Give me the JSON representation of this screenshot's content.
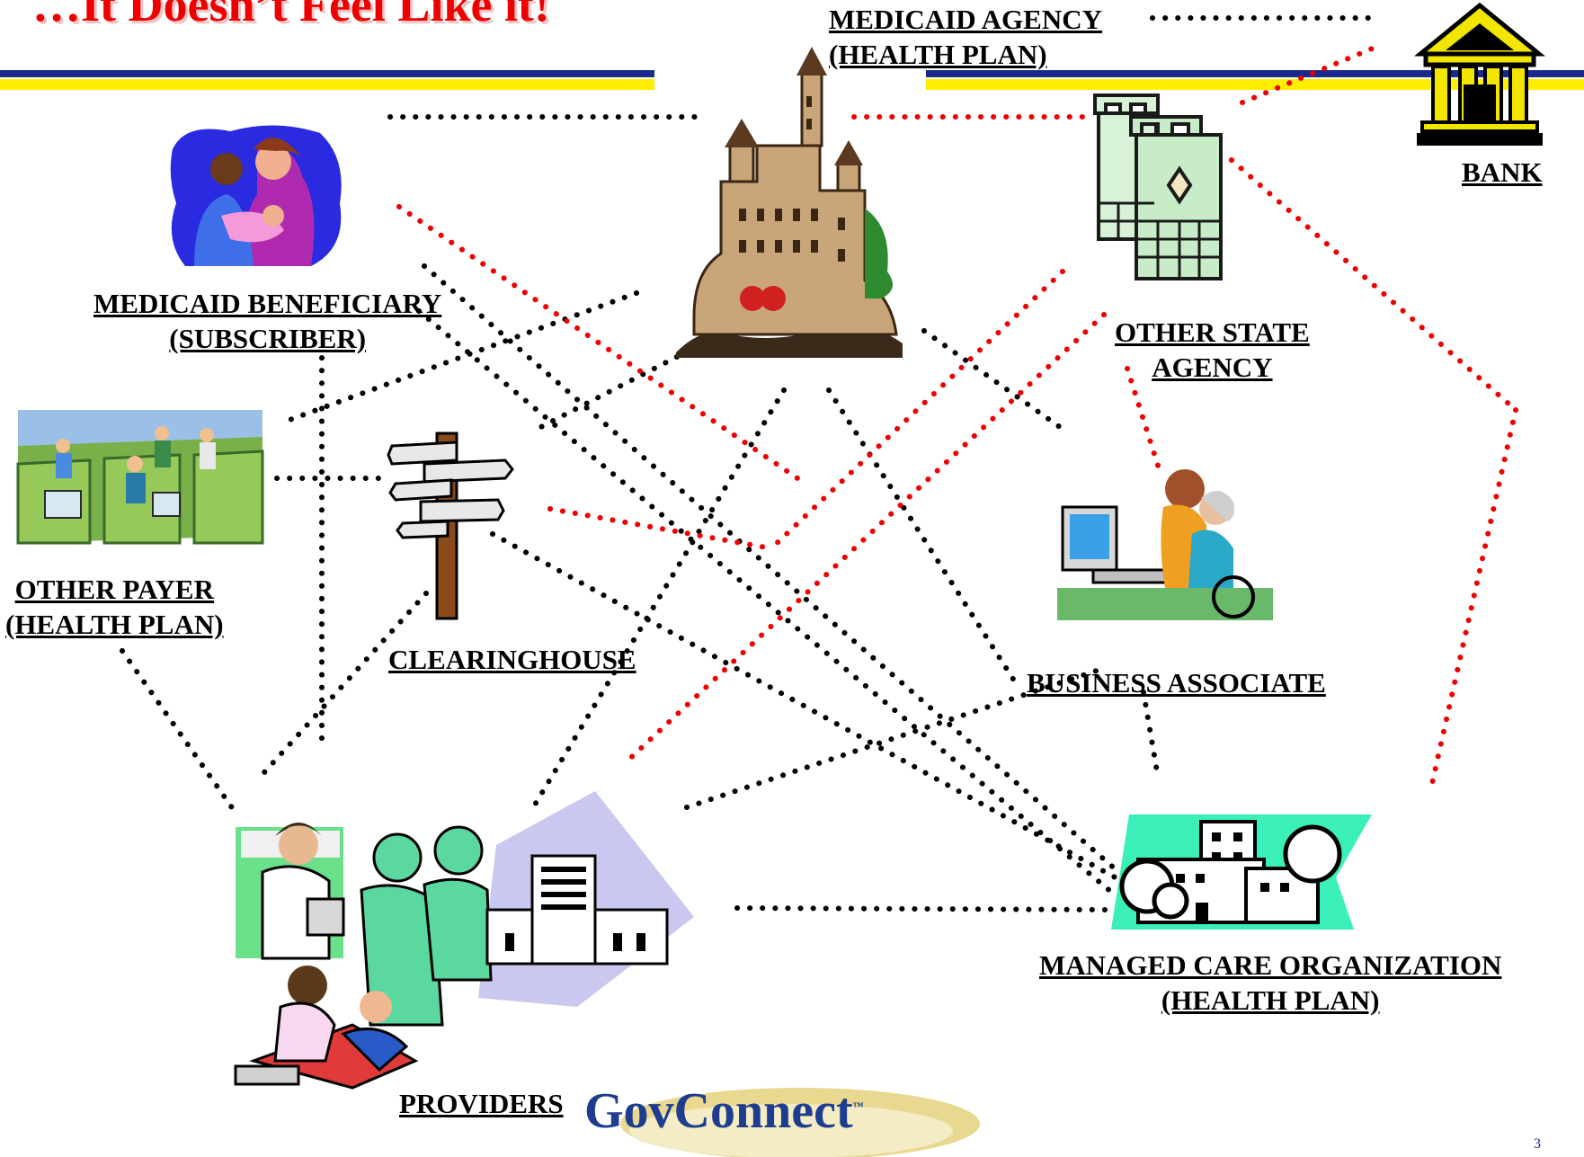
{
  "title": "…It Doesn’t Feel Like it!",
  "page_number": "3",
  "logo_text": "GovConnect",
  "logo_tm": "™",
  "nodes": {
    "medicaid_agency": {
      "line1": "MEDICAID AGENCY",
      "line2": "(HEALTH PLAN)",
      "icon": "castle-icon"
    },
    "bank": {
      "label": "BANK",
      "icon": "bank-icon"
    },
    "beneficiary": {
      "line1": "MEDICAID BENEFICIARY",
      "line2": "(SUBSCRIBER)",
      "icon": "family-icon"
    },
    "other_state_agency": {
      "line1": "OTHER STATE",
      "line2": "AGENCY",
      "icon": "tower-icon"
    },
    "other_payer": {
      "line1": "OTHER PAYER",
      "line2": "(HEALTH PLAN)",
      "icon": "office-icon"
    },
    "clearinghouse": {
      "label": "CLEARINGHOUSE",
      "icon": "signpost-icon"
    },
    "business_associate": {
      "label": "BUSINESS ASSOCIATE",
      "icon": "computer-users-icon"
    },
    "mco": {
      "line1": "MANAGED CARE ORGANIZATION",
      "line2": "(HEALTH PLAN)",
      "icon": "mco-building-icon"
    },
    "providers": {
      "label": "PROVIDERS",
      "icon": "providers-icon"
    }
  },
  "colors": {
    "title": "#ee0000",
    "rule_blue": "#1a2a8c",
    "rule_yellow": "#ffee00",
    "red_link": "#ee0000",
    "black_link": "#000000"
  }
}
